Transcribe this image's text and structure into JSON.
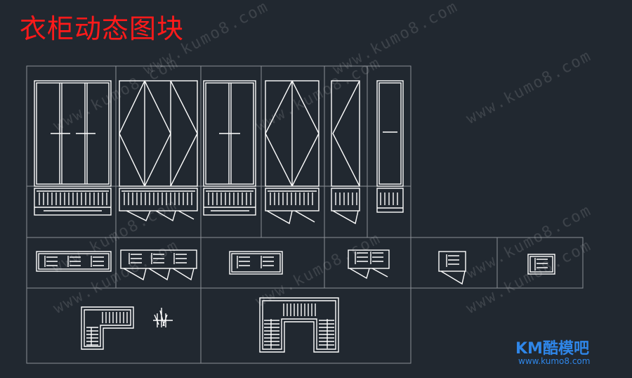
{
  "title": "衣柜动态图块",
  "watermark": "www.kumo8.com",
  "logo": {
    "brand": "KM酷模吧",
    "url": "www.kumo8.com"
  },
  "colors": {
    "background": "#212830",
    "title": "#ff1a1a",
    "lines": "#ffffff",
    "grid": "#8a8f96",
    "logo": "#2f86e8"
  }
}
